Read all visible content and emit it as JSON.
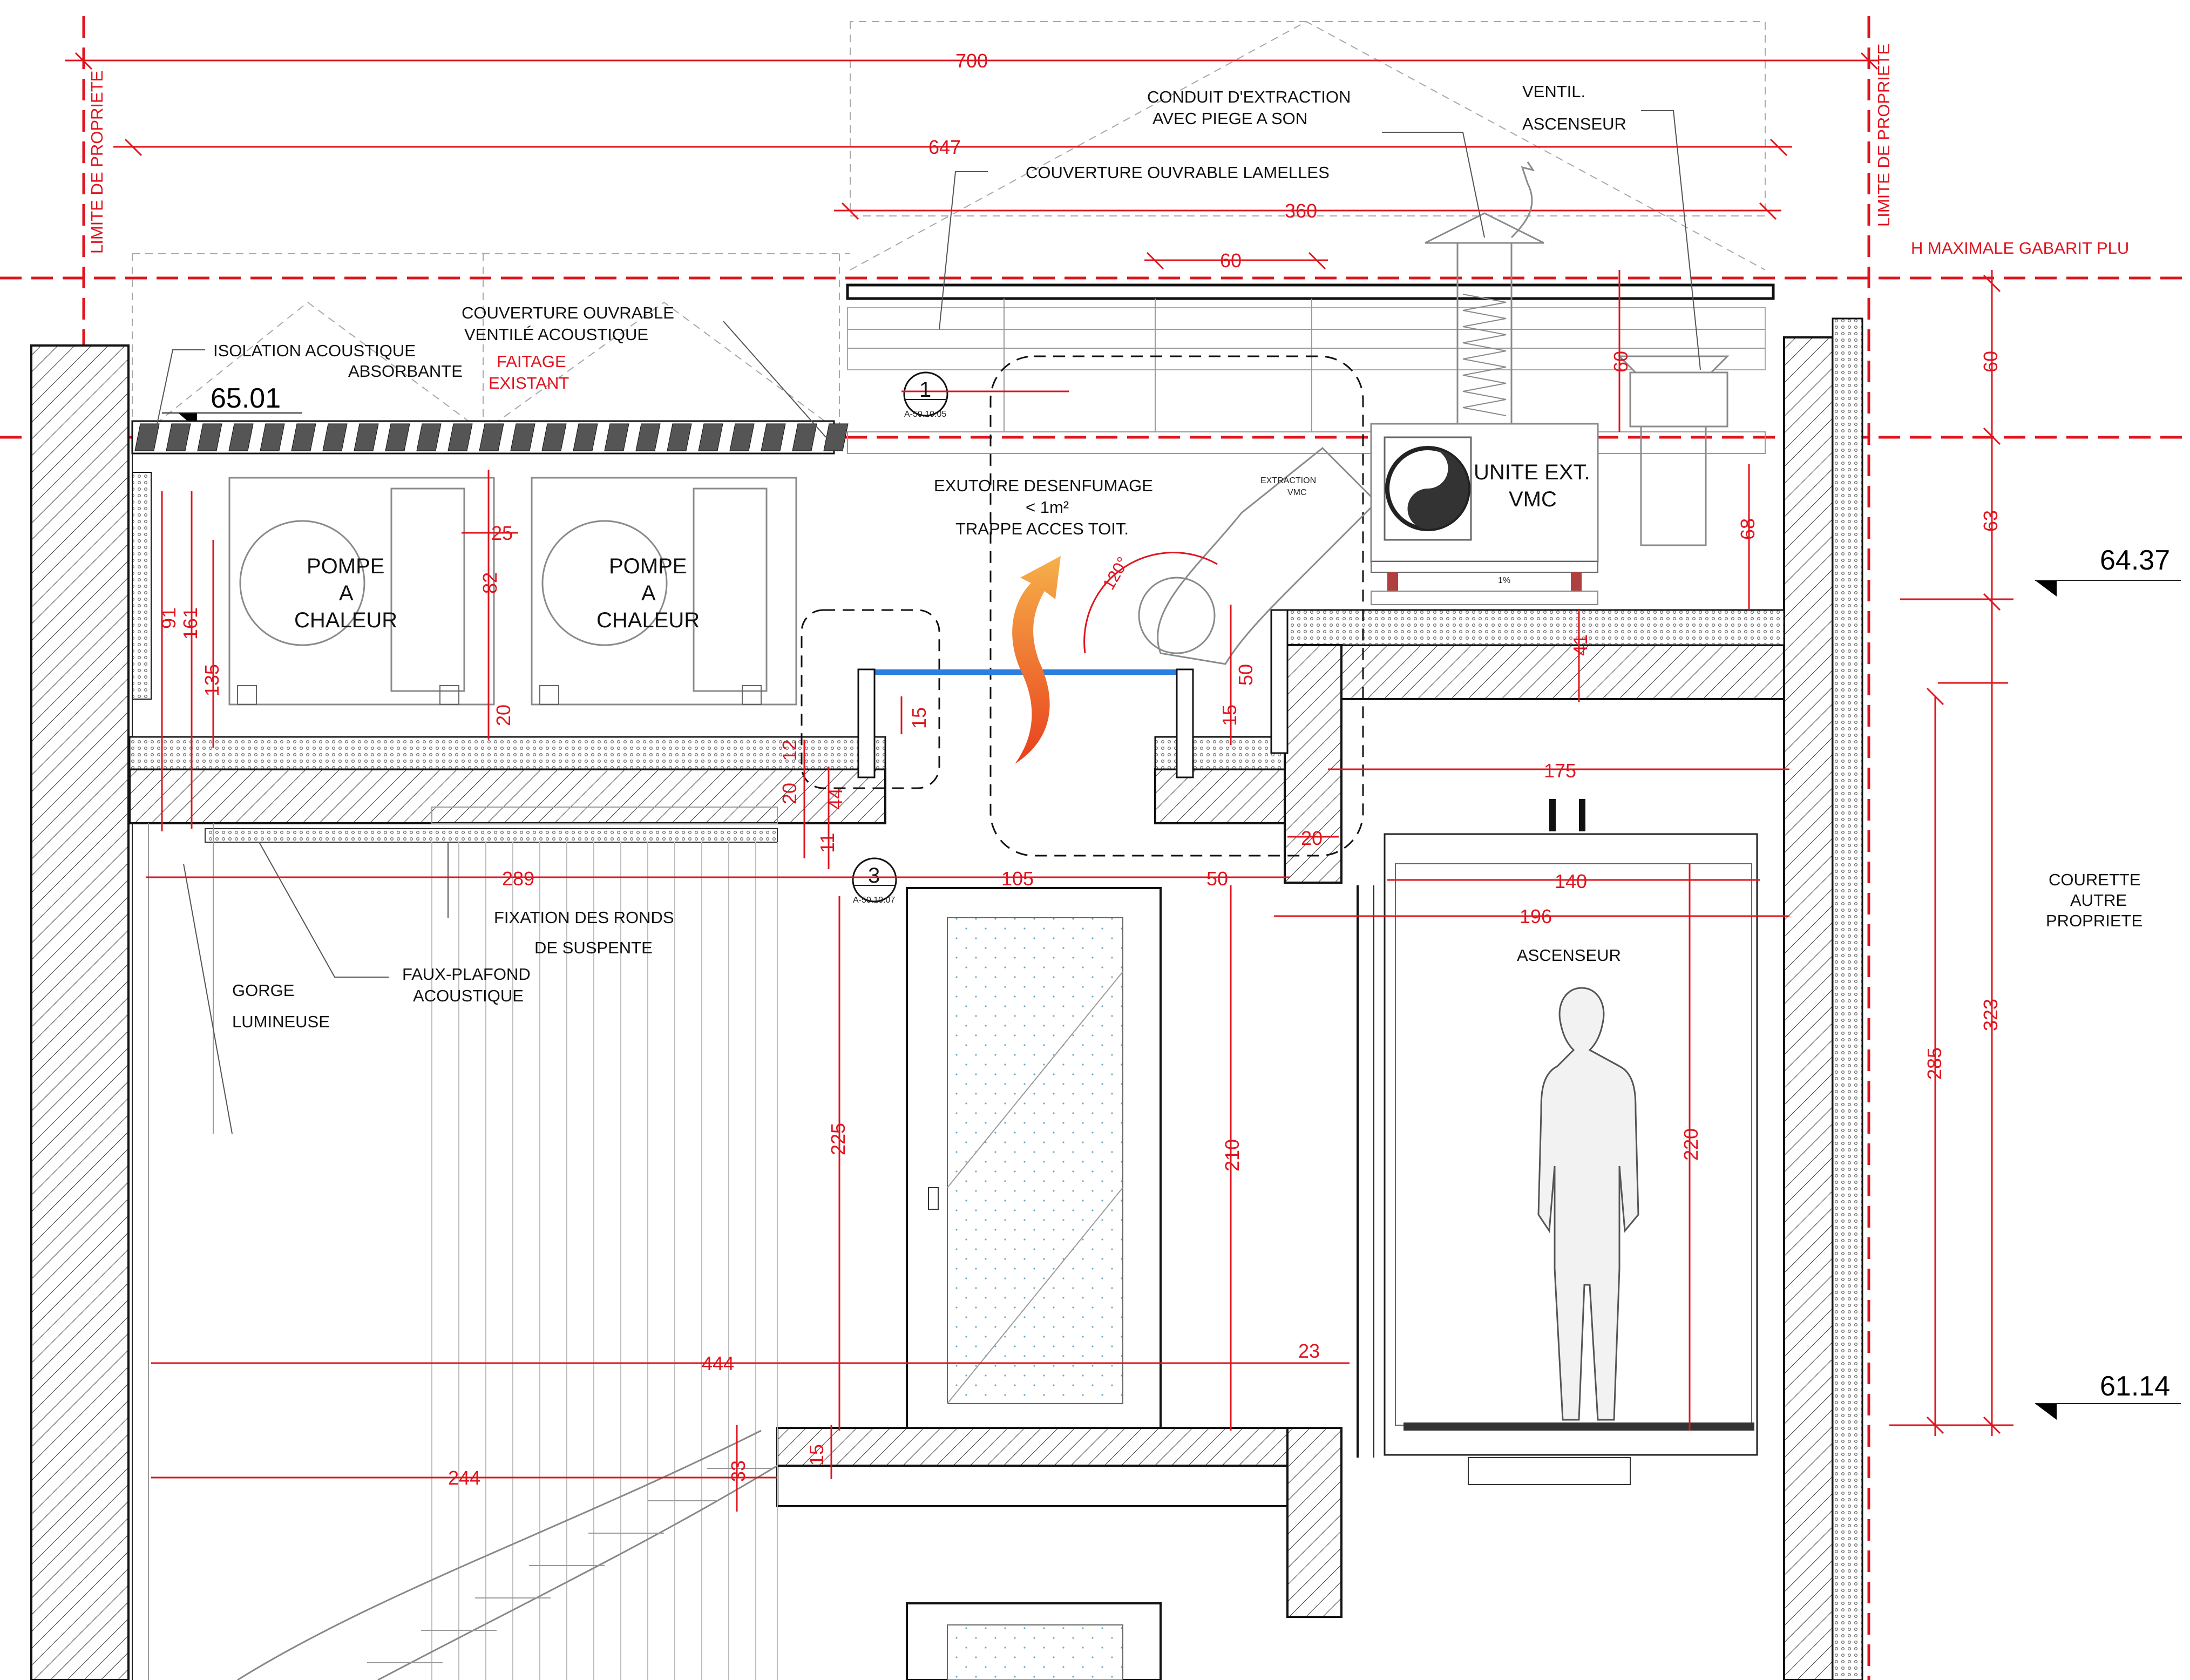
{
  "labels": {
    "property_limit_left": "LIMITE DE PROPRIETE",
    "property_limit_right": "LIMITE DE PROPRIETE",
    "max_height": "H MAXIMALE GABARIT PLU",
    "acoustic_insulation_1": "ISOLATION ACOUSTIQUE",
    "acoustic_insulation_2": "ABSORBANTE",
    "roof_ventilated_1": "COUVERTURE OUVRABLE",
    "roof_ventilated_2": "VENTILÉ ACOUSTIQUE",
    "ridge_1": "FAITAGE",
    "ridge_2": "EXISTANT",
    "louvre_roof": "COUVERTURE OUVRABLE LAMELLES",
    "exhaust_duct_1": "CONDUIT D'EXTRACTION",
    "exhaust_duct_2": "AVEC PIEGE A SON",
    "lift_vent_1": "VENTIL.",
    "lift_vent_2": "ASCENSEUR",
    "heat_pump_1": "POMPE",
    "heat_pump_2": "A",
    "heat_pump_3": "CHALEUR",
    "smoke_vent_1": "EXUTOIRE DESENFUMAGE",
    "smoke_vent_2": "< 1m²",
    "smoke_vent_3": "TRAPPE ACCES TOIT.",
    "vmc_1": "UNITE EXT.",
    "vmc_2": "VMC",
    "extraction_1": "EXTRACTION",
    "extraction_2": "VMC",
    "slope": "1%",
    "angle": "120°",
    "fixing_1": "FIXATION DES RONDS",
    "fixing_2": "DE SUSPENTE",
    "false_ceiling_1": "FAUX-PLAFOND",
    "false_ceiling_2": "ACOUSTIQUE",
    "gorge_1": "GORGE",
    "gorge_2": "LUMINEUSE",
    "lift": "ASCENSEUR",
    "courtyard_1": "COURETTE",
    "courtyard_2": "AUTRE",
    "courtyard_3": "PROPRIETE",
    "detail_1_num": "1",
    "detail_1_ref": "A-50.10.05",
    "detail_3_num": "3",
    "detail_3_ref": "A-50.10.07"
  },
  "levels": {
    "roof_ridge": "65.01",
    "upper_floor": "64.37",
    "landing": "61.14"
  },
  "dimensions": {
    "d700": "700",
    "d647": "647",
    "d360": "360",
    "d60_top": "60",
    "d60_right": "60",
    "d60_vmc": "60",
    "d63": "63",
    "d68": "68",
    "d323": "323",
    "d285": "285",
    "d175": "175",
    "d140": "140",
    "d196": "196",
    "d220": "220",
    "d289": "289",
    "d105": "105",
    "d50_h": "50",
    "d50_v": "50",
    "d20_v1": "20",
    "d20_v2": "20",
    "d20_h": "20",
    "d25": "25",
    "d82": "82",
    "d91": "91",
    "d161": "161",
    "d135": "135",
    "d12": "12",
    "d44": "44",
    "d11": "11",
    "d15_a": "15",
    "d15_b": "15",
    "d15_c": "15",
    "d41": "41",
    "d225": "225",
    "d210": "210",
    "d444": "444",
    "d23": "23",
    "d244": "244",
    "d33": "33"
  },
  "colors": {
    "dimension_red": "#e0141e",
    "glass_blue": "#2a7fe0",
    "arrow_orange": "#f08a1c"
  }
}
